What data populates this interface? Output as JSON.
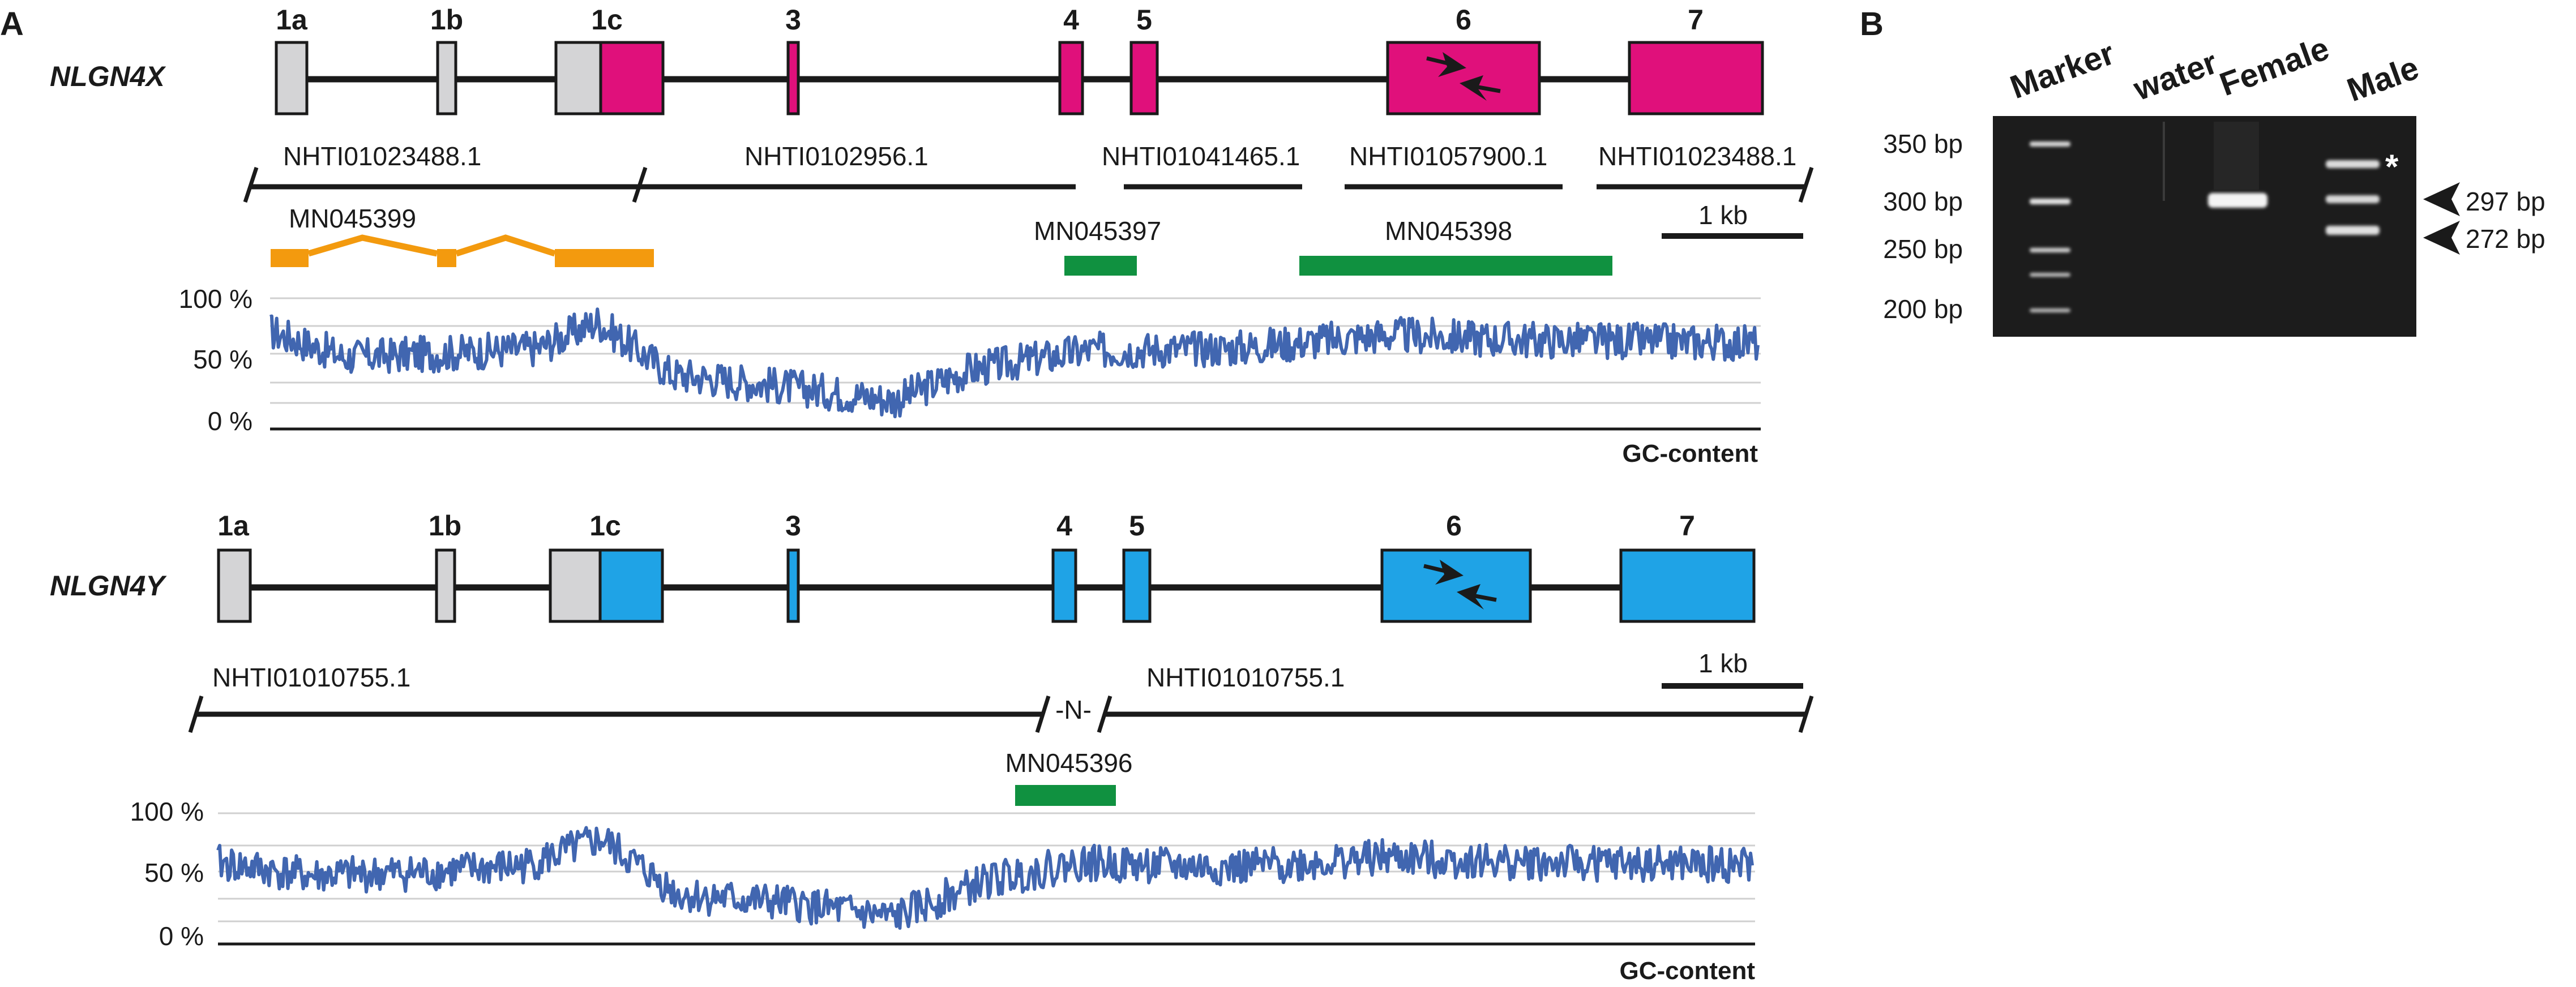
{
  "panel_a": {
    "label": "A",
    "nlgn4x": {
      "gene_name": "NLGN4X",
      "exons": [
        "1a",
        "1b",
        "1c",
        "3",
        "4",
        "5",
        "6",
        "7"
      ],
      "contigs": [
        "NHTI01023488.1",
        "NHTI0102956.1",
        "NHTI01041465.1",
        "NHTI01057900.1",
        "NHTI01023488.1"
      ],
      "scale_bar": "1 kb",
      "clones": [
        "MN045399",
        "MN045397",
        "MN045398"
      ],
      "gc_axis": [
        "100 %",
        "50 %",
        "0 %"
      ],
      "gc_title": "GC-content"
    },
    "nlgn4y": {
      "gene_name": "NLGN4Y",
      "exons": [
        "1a",
        "1b",
        "1c",
        "3",
        "4",
        "5",
        "6",
        "7"
      ],
      "contigs": [
        "NHTI01010755.1",
        "NHTI01010755.1"
      ],
      "gap_label": "-N-",
      "scale_bar": "1 kb",
      "clones": [
        "MN045396"
      ],
      "gc_axis": [
        "100 %",
        "50 %",
        "0 %"
      ],
      "gc_title": "GC-content"
    }
  },
  "panel_b": {
    "label": "B",
    "lanes": [
      "Marker",
      "water",
      "Female",
      "Male"
    ],
    "marker_sizes": [
      "350 bp",
      "300 bp",
      "250 bp",
      "200 bp"
    ],
    "band_labels": [
      "297 bp",
      "272 bp"
    ],
    "star": "*"
  },
  "colors": {
    "x_exon": "#e0107b",
    "y_exon": "#1fa3e6",
    "utr_gray": "#d4d4d6",
    "orange_clone": "#f39a0e",
    "green_clone": "#109140",
    "gc_line": "#4166b0",
    "gel_bg": "#1c1c1c"
  }
}
